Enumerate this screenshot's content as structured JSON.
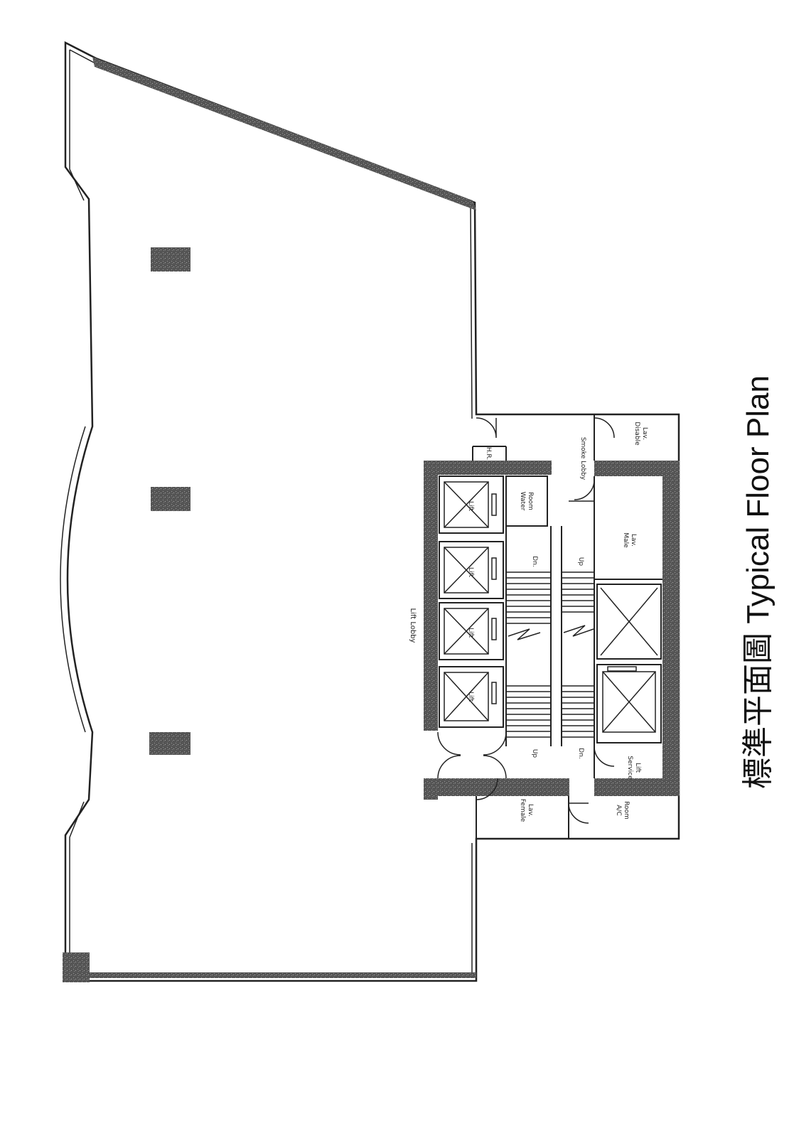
{
  "title": "標準平面圖  Typical Floor Plan",
  "labels": {
    "lift_lobby": "Lift Lobby",
    "smoke_lobby": "Smoke Lobby",
    "disable_lav_1": "Disable",
    "disable_lav_2": "Lav.",
    "water_room_1": "Water",
    "water_room_2": "Room",
    "male_lav_1": "Male",
    "male_lav_2": "Lav.",
    "female_lav_1": "Female",
    "female_lav_2": "Lav.",
    "ac_room_1": "A/C",
    "ac_room_2": "Room",
    "service_lift_1": "Service",
    "service_lift_2": "Lift",
    "lift": "Lift",
    "hr": "H.R.",
    "up": "Up",
    "dn": "Dn."
  }
}
